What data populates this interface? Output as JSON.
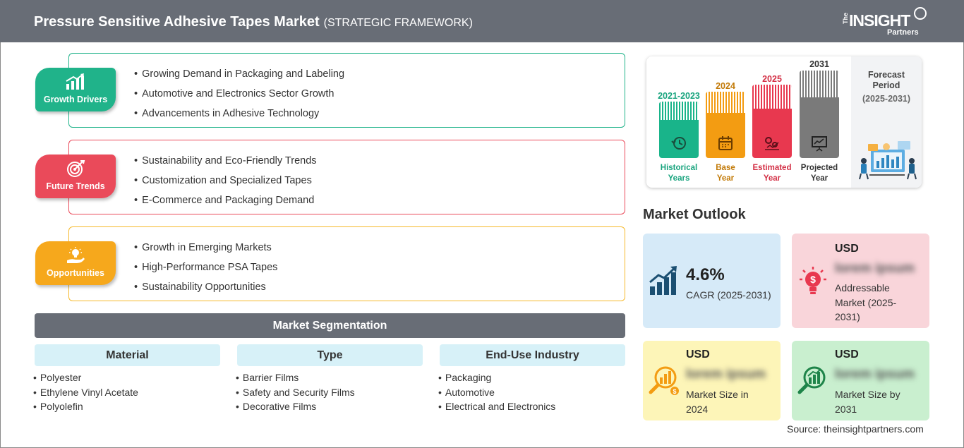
{
  "header": {
    "title": "Pressure Sensitive Adhesive Tapes Market",
    "subtitle": "(STRATEGIC FRAMEWORK)",
    "logo": {
      "the": "The",
      "main": "INSIGHT",
      "partners": "Partners"
    }
  },
  "framework": {
    "growth_drivers": {
      "label": "Growth Drivers",
      "color": "#20b38a",
      "icon": "bar-chart-up-icon",
      "items": [
        "Growing Demand in Packaging and Labeling",
        "Automotive and Electronics Sector Growth",
        "Advancements in Adhesive Technology"
      ]
    },
    "future_trends": {
      "label": "Future Trends",
      "color": "#ea4a5a",
      "icon": "target-icon",
      "items": [
        "Sustainability and Eco-Friendly Trends",
        "Customization and Specialized Tapes",
        "E-Commerce and Packaging Demand"
      ]
    },
    "opportunities": {
      "label": "Opportunities",
      "color": "#f6a81c",
      "icon": "lightbulb-hand-icon",
      "items": [
        "Growth in Emerging Markets",
        "High-Performance PSA Tapes",
        "Sustainability Opportunities"
      ]
    }
  },
  "segmentation": {
    "title": "Market Segmentation",
    "columns": [
      {
        "heading": "Material",
        "items": [
          "Polyester",
          "Ethylene Vinyl Acetate",
          "Polyolefin"
        ]
      },
      {
        "heading": "Type",
        "items": [
          "Barrier Films",
          "Safety and Security Films",
          "Decorative Films"
        ]
      },
      {
        "heading": "End-Use Industry",
        "items": [
          "Packaging",
          "Automotive",
          "Electrical and Electronics"
        ]
      }
    ]
  },
  "timeline": {
    "columns": [
      {
        "year": "2021-2023",
        "caption_1": "Historical",
        "caption_2": "Years",
        "color": "#19b48a",
        "icon": "history-clock-icon"
      },
      {
        "year": "2024",
        "caption_1": "Base",
        "caption_2": "Year",
        "color": "#f39c12",
        "icon": "calendar-icon"
      },
      {
        "year": "2025",
        "caption_1": "Estimated",
        "caption_2": "Year",
        "color": "#e8384f",
        "icon": "gears-chart-icon"
      },
      {
        "year": "2031",
        "caption_1": "Projected",
        "caption_2": "Year",
        "color": "#7a7a7a",
        "icon": "presentation-board-icon"
      }
    ],
    "forecast": {
      "label_1": "Forecast",
      "label_2": "Period",
      "range": "(2025-2031)"
    }
  },
  "outlook": {
    "title": "Market Outlook",
    "cagr": {
      "value": "4.6%",
      "label": "CAGR (2025-2031)",
      "color": "#d6eaf8",
      "icon": "growth-chart-icon"
    },
    "addressable": {
      "currency": "USD",
      "value": "lorem ipsum",
      "label": "Addressable Market (2025-2031)",
      "color": "#f9d5da",
      "icon": "dollar-bulb-icon"
    },
    "size_2024": {
      "currency": "USD",
      "value": "lorem ipsum",
      "label": "Market Size in 2024",
      "color": "#fdf5b8",
      "icon": "magnifier-chart-icon"
    },
    "size_2031": {
      "currency": "USD",
      "value": "lorem ipsum",
      "label": "Market Size by 2031",
      "color": "#c9efcf",
      "icon": "magnifier-growth-icon"
    }
  },
  "source": "Source: theinsightpartners.com"
}
